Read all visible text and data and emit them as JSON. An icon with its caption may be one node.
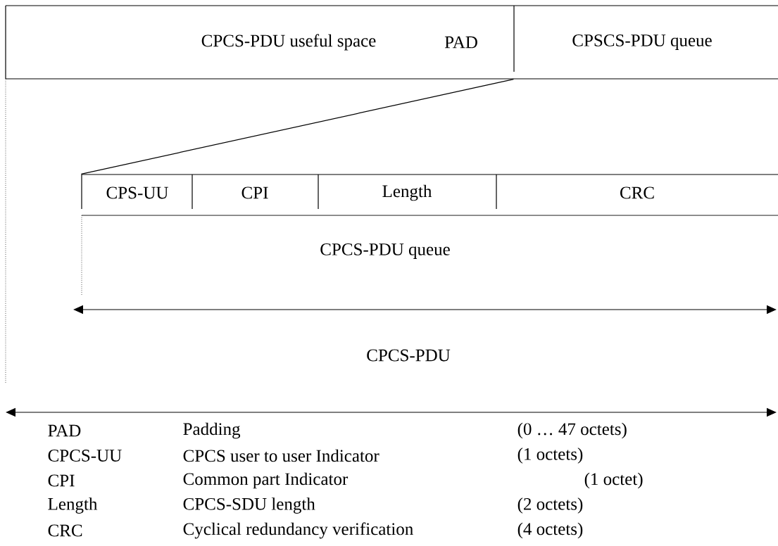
{
  "diagram": {
    "nodes": [
      {
        "text": [
          "CPCS-PDU useful space",
          "PAD"
        ]
      },
      {
        "text": [
          "CPSCS-PDU queue"
        ]
      },
      {
        "text": [
          "CPCS-PDU queue"
        ]
      },
      {
        "text": [
          "CPS-UU"
        ]
      },
      {
        "text": [
          "CPI"
        ]
      },
      {
        "text": [
          "Length"
        ]
      },
      {
        "text": [
          "CRC"
        ]
      }
    ],
    "edges": [
      {
        "from": 1,
        "to": 3,
        "arrow": "none"
      }
    ],
    "labels": [
      "CPCS-PDU",
      "PAD",
      "Padding",
      "(0 … 47 octets)",
      "CPCS-UU",
      "CPCS user to user Indicator",
      "(1 octets)",
      "CPI",
      "Common part Indicator",
      "(1 octet)",
      "Length",
      "CPCS-SDU length",
      "(2 octets)",
      "CRC",
      "Cyclical redundancy verification",
      "(4 octets)"
    ]
  }
}
